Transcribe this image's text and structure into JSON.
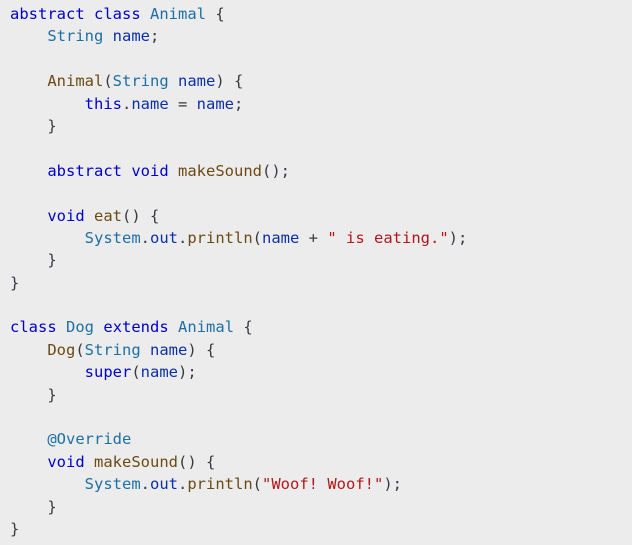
{
  "code": {
    "language": "java",
    "colors": {
      "background": "#ececec",
      "keyword": "#0000cc",
      "type": "#1d6fa5",
      "function": "#6b4a13",
      "variable": "#0b2fa8",
      "string": "#b3161b",
      "annotation": "#1d6fa5",
      "punctuation": "#383a42"
    },
    "lines": [
      [
        [
          "kw",
          "abstract"
        ],
        [
          "pu",
          " "
        ],
        [
          "kw",
          "class"
        ],
        [
          "pu",
          " "
        ],
        [
          "ty",
          "Animal"
        ],
        [
          "pu",
          " {"
        ]
      ],
      [
        [
          "pu",
          "    "
        ],
        [
          "ty",
          "String"
        ],
        [
          "pu",
          " "
        ],
        [
          "va",
          "name"
        ],
        [
          "pu",
          ";"
        ]
      ],
      [],
      [
        [
          "pu",
          "    "
        ],
        [
          "fn",
          "Animal"
        ],
        [
          "pu",
          "("
        ],
        [
          "ty",
          "String"
        ],
        [
          "pu",
          " "
        ],
        [
          "va",
          "name"
        ],
        [
          "pu",
          ") {"
        ]
      ],
      [
        [
          "pu",
          "        "
        ],
        [
          "kw",
          "this"
        ],
        [
          "pu",
          "."
        ],
        [
          "va",
          "name"
        ],
        [
          "pu",
          " = "
        ],
        [
          "va",
          "name"
        ],
        [
          "pu",
          ";"
        ]
      ],
      [
        [
          "pu",
          "    }"
        ]
      ],
      [],
      [
        [
          "pu",
          "    "
        ],
        [
          "kw",
          "abstract"
        ],
        [
          "pu",
          " "
        ],
        [
          "kw",
          "void"
        ],
        [
          "pu",
          " "
        ],
        [
          "fn",
          "makeSound"
        ],
        [
          "pu",
          "();"
        ]
      ],
      [],
      [
        [
          "pu",
          "    "
        ],
        [
          "kw",
          "void"
        ],
        [
          "pu",
          " "
        ],
        [
          "fn",
          "eat"
        ],
        [
          "pu",
          "() {"
        ]
      ],
      [
        [
          "pu",
          "        "
        ],
        [
          "ty",
          "System"
        ],
        [
          "pu",
          "."
        ],
        [
          "va",
          "out"
        ],
        [
          "pu",
          "."
        ],
        [
          "fn",
          "println"
        ],
        [
          "pu",
          "("
        ],
        [
          "va",
          "name"
        ],
        [
          "pu",
          " + "
        ],
        [
          "st",
          "\" is eating.\""
        ],
        [
          "pu",
          ");"
        ]
      ],
      [
        [
          "pu",
          "    }"
        ]
      ],
      [
        [
          "pu",
          "}"
        ]
      ],
      [],
      [
        [
          "kw",
          "class"
        ],
        [
          "pu",
          " "
        ],
        [
          "ty",
          "Dog"
        ],
        [
          "pu",
          " "
        ],
        [
          "kw",
          "extends"
        ],
        [
          "pu",
          " "
        ],
        [
          "ty",
          "Animal"
        ],
        [
          "pu",
          " {"
        ]
      ],
      [
        [
          "pu",
          "    "
        ],
        [
          "fn",
          "Dog"
        ],
        [
          "pu",
          "("
        ],
        [
          "ty",
          "String"
        ],
        [
          "pu",
          " "
        ],
        [
          "va",
          "name"
        ],
        [
          "pu",
          ") {"
        ]
      ],
      [
        [
          "pu",
          "        "
        ],
        [
          "kw",
          "super"
        ],
        [
          "pu",
          "("
        ],
        [
          "va",
          "name"
        ],
        [
          "pu",
          ");"
        ]
      ],
      [
        [
          "pu",
          "    }"
        ]
      ],
      [],
      [
        [
          "pu",
          "    "
        ],
        [
          "an",
          "@Override"
        ]
      ],
      [
        [
          "pu",
          "    "
        ],
        [
          "kw",
          "void"
        ],
        [
          "pu",
          " "
        ],
        [
          "fn",
          "makeSound"
        ],
        [
          "pu",
          "() {"
        ]
      ],
      [
        [
          "pu",
          "        "
        ],
        [
          "ty",
          "System"
        ],
        [
          "pu",
          "."
        ],
        [
          "va",
          "out"
        ],
        [
          "pu",
          "."
        ],
        [
          "fn",
          "println"
        ],
        [
          "pu",
          "("
        ],
        [
          "st",
          "\"Woof! Woof!\""
        ],
        [
          "pu",
          ");"
        ]
      ],
      [
        [
          "pu",
          "    }"
        ]
      ],
      [
        [
          "pu",
          "}"
        ]
      ]
    ]
  }
}
